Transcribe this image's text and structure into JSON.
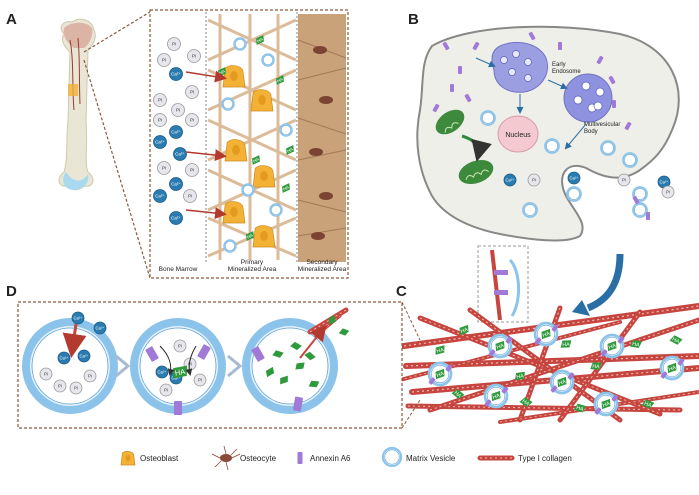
{
  "panels": {
    "a": "A",
    "b": "B",
    "c": "C",
    "d": "D"
  },
  "panel_a": {
    "region_labels": [
      "Bone Marrow",
      "Primary\nMineralized Area",
      "Secondary\nMineralized Area"
    ],
    "ion_pi": "Pi",
    "ion_ca": "Ca²⁺",
    "ha": "HA"
  },
  "panel_b": {
    "early_endosome": "Early\nEndosome",
    "multivesicular_body": "Multivesicular\nBody",
    "nucleus": "Nucleus",
    "ion_pi": "Pi",
    "ion_ca": "Ca²⁺"
  },
  "panel_c": {
    "ha": "HA"
  },
  "panel_d": {
    "ion_pi": "Pi",
    "ion_ca": "Ca²⁺",
    "ha": "HA"
  },
  "legend": {
    "osteoblast": "Osteoblast",
    "osteocyte": "Osteocyte",
    "annexin": "Annexin A6",
    "vesicle": "Matrix Vesicle",
    "collagen": "Type I collagen"
  },
  "colors": {
    "ca_ion": "#2a7bb0",
    "pi_ion": "#e6e6ec",
    "ha_green": "#2f9a3c",
    "annexin_purple": "#a07ad6",
    "vesicle_blue": "#8cc3ea",
    "collagen_red": "#c6463f",
    "osteoblast_yellow": "#f3b236",
    "secondary_tan": "#c9a27a",
    "cell_bg": "#efefe9",
    "arrow_blue": "#2a6ea6",
    "border_brown": "#8b5a3c"
  }
}
